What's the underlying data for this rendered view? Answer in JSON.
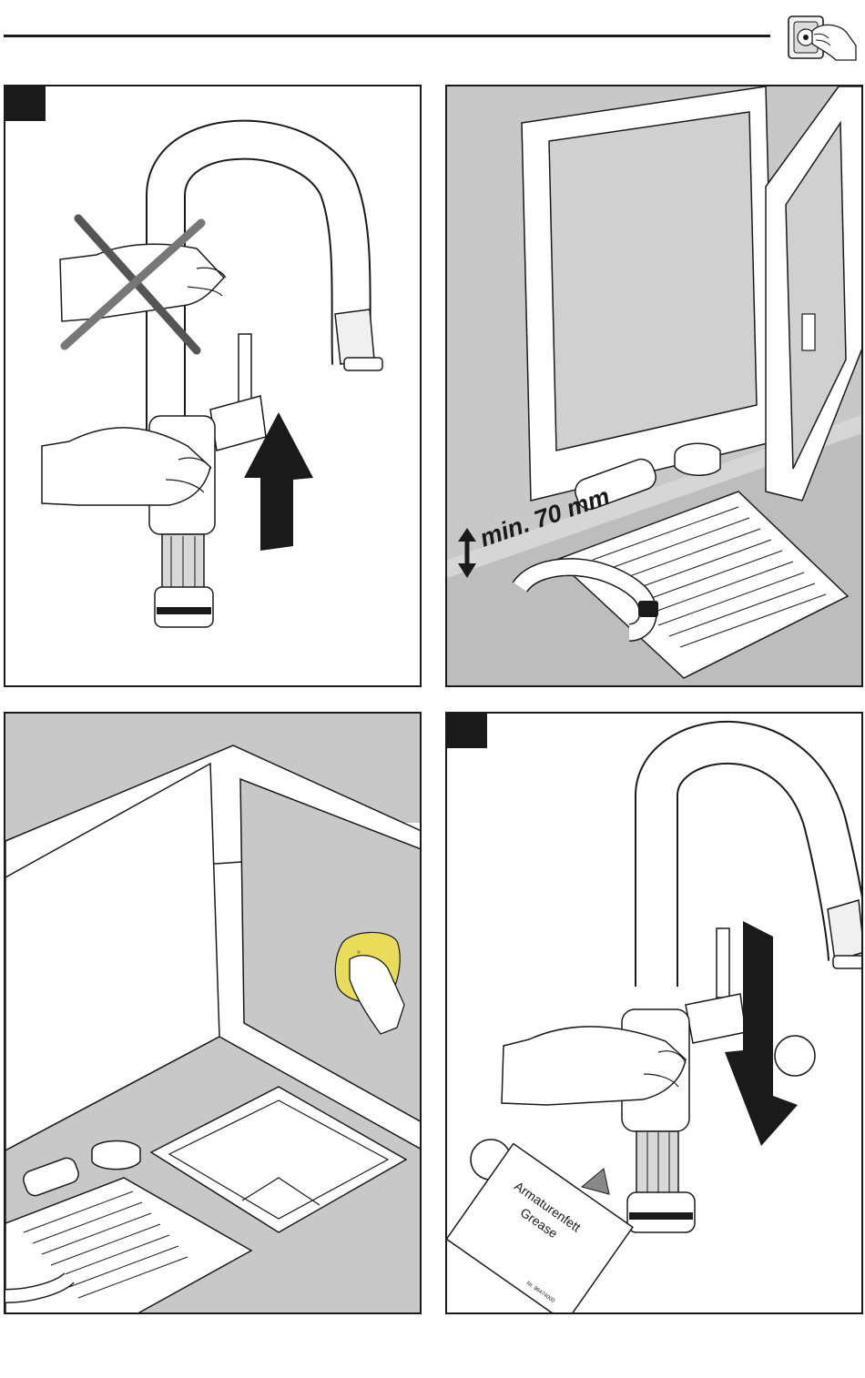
{
  "header": {
    "icon": "hand-turning-valve-icon"
  },
  "panels": [
    {
      "icon": "faucet-lift-off-icon"
    },
    {
      "label": "min. 70 mm",
      "icon": "clearance-dimension-icon"
    },
    {
      "icon": "sponge-cleaning-icon"
    },
    {
      "packet": {
        "title": "Armaturenfett",
        "subtitle": "Grease",
        "code": "Nr. 98474000"
      },
      "icon": "push-down-arrow-icon"
    }
  ]
}
